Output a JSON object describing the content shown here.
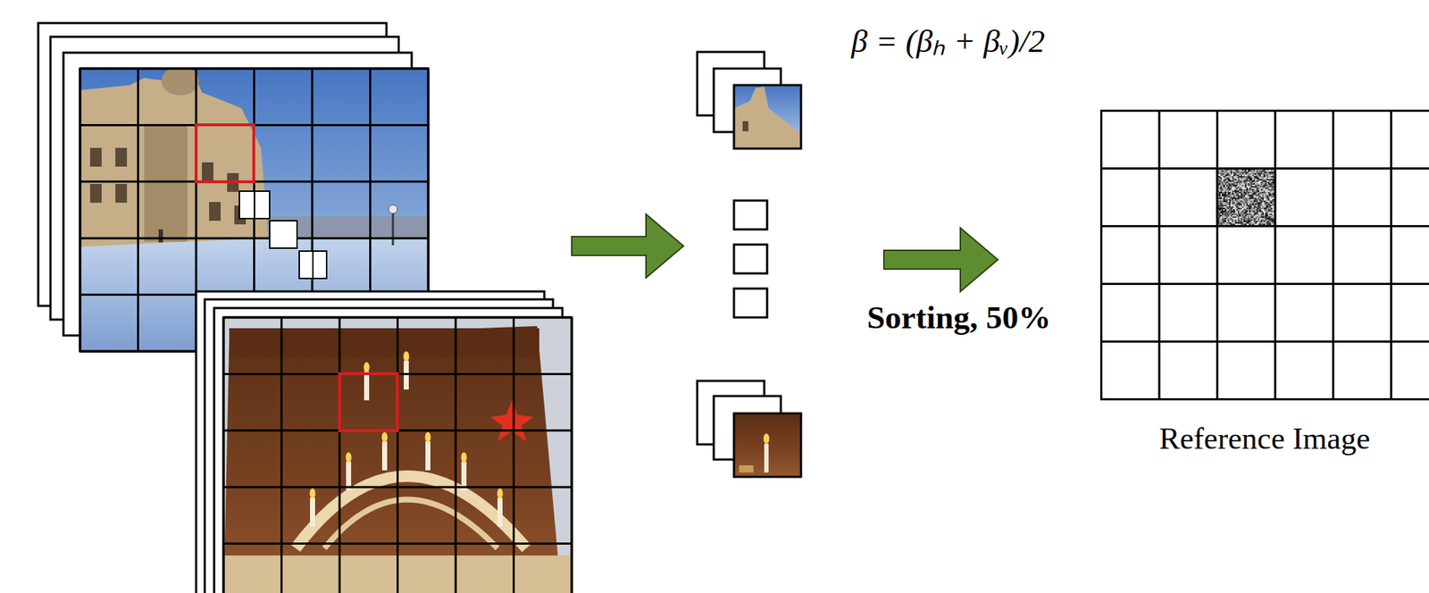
{
  "diagram": {
    "nodes": [
      {
        "text": [
          "Reference Image"
        ]
      }
    ],
    "labels": [
      "β = (βₕ + βᵥ)/2",
      "Sorting, 50%"
    ]
  }
}
